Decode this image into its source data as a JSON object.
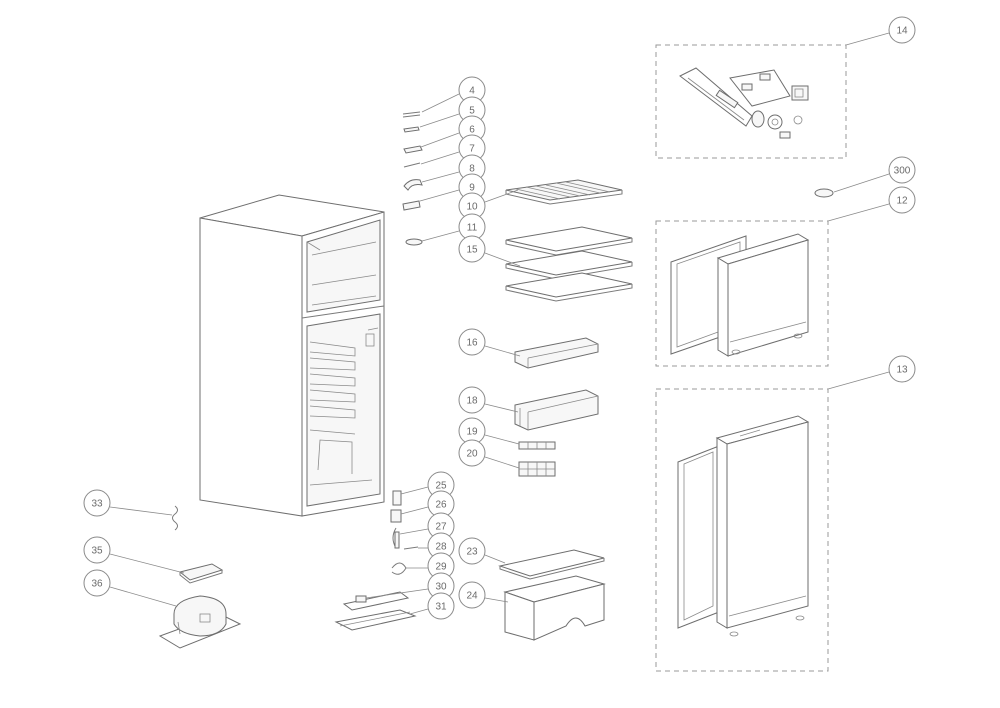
{
  "callouts": [
    {
      "id": "c4",
      "label": "4"
    },
    {
      "id": "c5",
      "label": "5"
    },
    {
      "id": "c6",
      "label": "6"
    },
    {
      "id": "c7",
      "label": "7"
    },
    {
      "id": "c8",
      "label": "8"
    },
    {
      "id": "c9",
      "label": "9"
    },
    {
      "id": "c10",
      "label": "10"
    },
    {
      "id": "c11",
      "label": "11"
    },
    {
      "id": "c12",
      "label": "12"
    },
    {
      "id": "c13",
      "label": "13"
    },
    {
      "id": "c14",
      "label": "14"
    },
    {
      "id": "c15",
      "label": "15"
    },
    {
      "id": "c16",
      "label": "16"
    },
    {
      "id": "c18",
      "label": "18"
    },
    {
      "id": "c19",
      "label": "19"
    },
    {
      "id": "c20",
      "label": "20"
    },
    {
      "id": "c23",
      "label": "23"
    },
    {
      "id": "c24",
      "label": "24"
    },
    {
      "id": "c25",
      "label": "25"
    },
    {
      "id": "c26",
      "label": "26"
    },
    {
      "id": "c27",
      "label": "27"
    },
    {
      "id": "c28",
      "label": "28"
    },
    {
      "id": "c29",
      "label": "29"
    },
    {
      "id": "c30",
      "label": "30"
    },
    {
      "id": "c31",
      "label": "31"
    },
    {
      "id": "c33",
      "label": "33"
    },
    {
      "id": "c35",
      "label": "35"
    },
    {
      "id": "c36",
      "label": "36"
    },
    {
      "id": "c300",
      "label": "300"
    }
  ],
  "colors": {
    "line": "#7a7a7a",
    "text": "#6a6a6a",
    "background": "#ffffff"
  }
}
